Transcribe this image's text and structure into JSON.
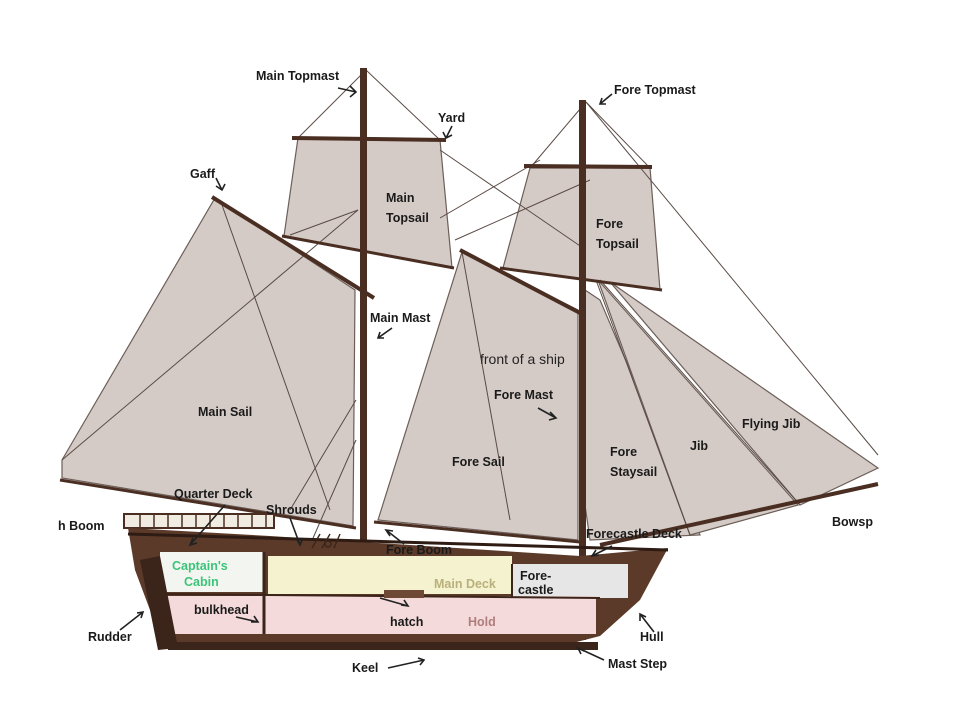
{
  "colors": {
    "sail": "#d4cbc6",
    "sail_edge": "#6d5e58",
    "wood": "#4a2e22",
    "hull": "#5b3a29",
    "cabin": "#f3f6f0",
    "main_deck": "#f5f2cf",
    "hold": "#f4dada",
    "forecastle": "#e6e6e6"
  },
  "labels": {
    "main_topmast": "Main Topmast",
    "fore_topmast": "Fore Topmast",
    "yard": "Yard",
    "gaff": "Gaff",
    "main_topsail_1": "Main",
    "main_topsail_2": "Topsail",
    "fore_topsail_1": "Fore",
    "fore_topsail_2": "Topsail",
    "main_mast": "Main Mast",
    "main_sail": "Main Sail",
    "fore_mast": "Fore Mast",
    "fore_sail": "Fore Sail",
    "fore_staysail_1": "Fore",
    "fore_staysail_2": "Staysail",
    "jib": "Jib",
    "flying_jib": "Flying Jib",
    "boom": "h Boom",
    "quarter_deck": "Quarter Deck",
    "shrouds": "Shrouds",
    "fore_boom": "Fore Boom",
    "forecastle_deck": "Forecastle Deck",
    "bowsprit": "Bowsp",
    "captains_cabin_1": "Captain's",
    "captains_cabin_2": "Cabin",
    "main_deck": "Main Deck",
    "forecastle_1": "Fore-",
    "forecastle_2": "castle",
    "bulkhead": "bulkhead",
    "hatch": "hatch",
    "hold": "Hold",
    "rudder": "Rudder",
    "hull": "Hull",
    "keel": "Keel",
    "mast_step": "Mast Step"
  },
  "annotation": "front of a ship"
}
